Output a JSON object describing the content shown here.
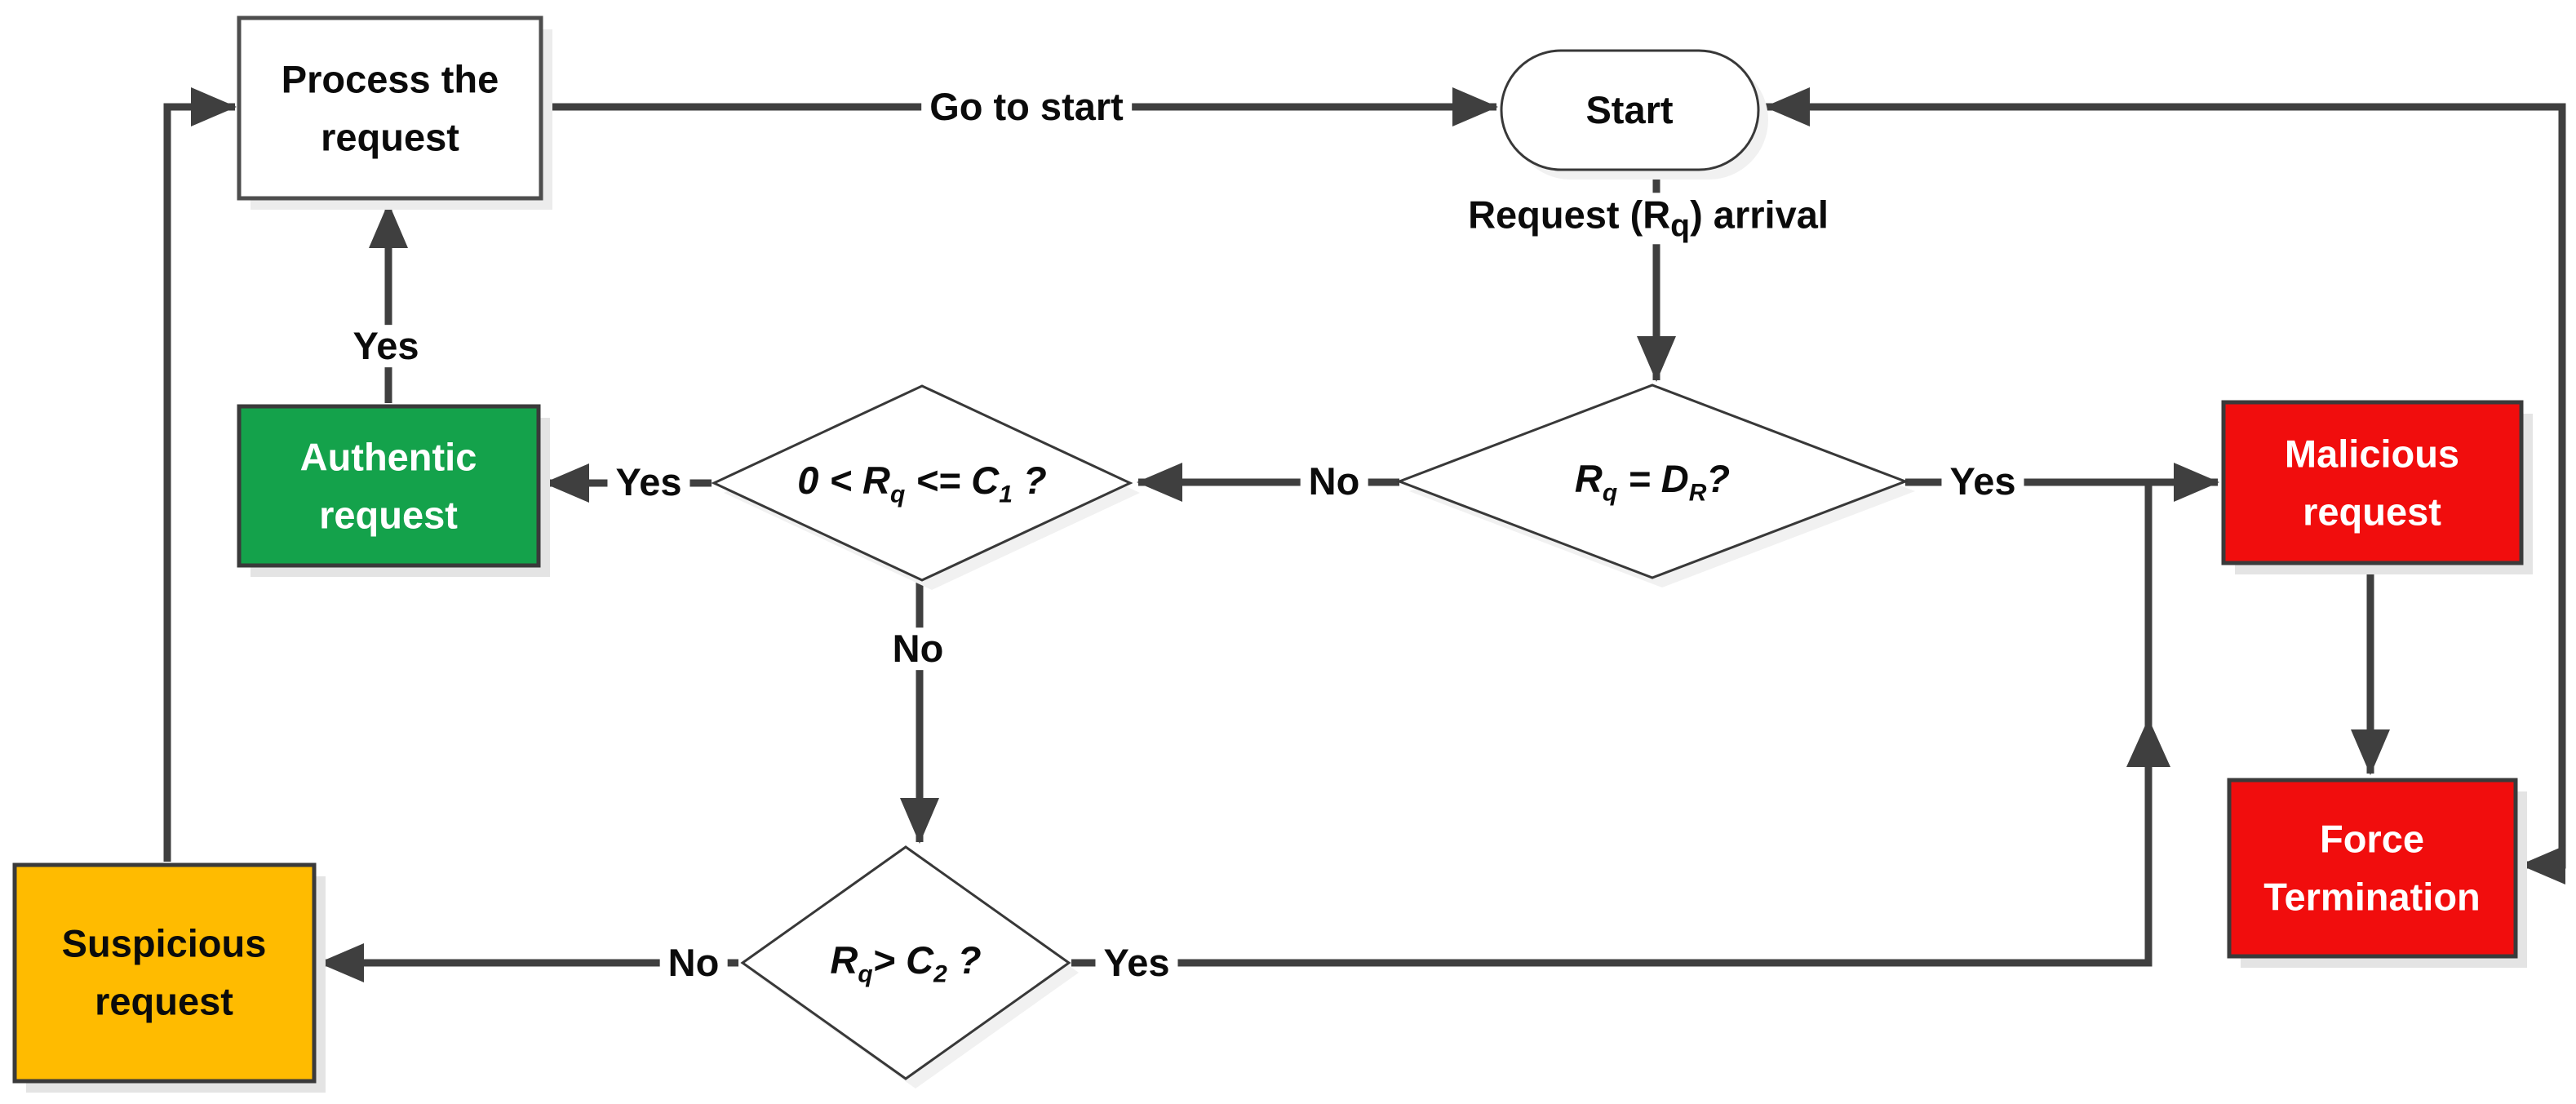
{
  "diagram": {
    "type": "flowchart",
    "background": "#ffffff",
    "colors": {
      "connector_line": "#3f3f3f",
      "shape_border": "#3a3a3a",
      "shadow": "#e4e4e4",
      "authentic_green": "#14A24B",
      "malicious_red": "#F10D0D",
      "suspicious_amber": "#FFBB00",
      "process_white": "#ffffff",
      "text_dark": "#0b0b0b",
      "text_light": "#ffffff"
    },
    "nodes": {
      "process_request": {
        "label": "Process the\nrequest",
        "fill": "#ffffff",
        "shape": "rectangle"
      },
      "start": {
        "label": "Start",
        "fill": "#ffffff",
        "shape": "stadium"
      },
      "authentic": {
        "label": "Authentic\nrequest",
        "fill": "#14A24B",
        "shape": "rectangle"
      },
      "malicious": {
        "label": "Malicious\nrequest",
        "fill": "#F10D0D",
        "shape": "rectangle"
      },
      "force_termination": {
        "label": "Force\nTermination",
        "fill": "#F10D0D",
        "shape": "rectangle"
      },
      "suspicious": {
        "label": "Suspicious\nrequest",
        "fill": "#FFBB00",
        "shape": "rectangle"
      }
    },
    "decisions": {
      "rq_equals_dr": {
        "pre": "R",
        "sub1": "q",
        "mid": " = D",
        "sub2": "R",
        "post": "?"
      },
      "rq_in_c1": {
        "pre": "0 < R",
        "sub1": "q",
        "mid": " <= C",
        "sub2": "1",
        "post": " ?"
      },
      "rq_gt_c2": {
        "pre": "R",
        "sub1": "q",
        "mid": "> C",
        "sub2": "2",
        "post": " ?"
      }
    },
    "annotations": {
      "request_arrival": {
        "pre": "Request (R",
        "sub1": "q",
        "post": ") arrival"
      }
    },
    "edge_labels": {
      "go_to_start": "Go to start",
      "d1_yes": "Yes",
      "d1_no": "No",
      "d2_yes": "Yes",
      "d2_no": "No",
      "auth_to_process": "Yes",
      "d3_yes": "Yes",
      "d3_no": "No"
    }
  }
}
